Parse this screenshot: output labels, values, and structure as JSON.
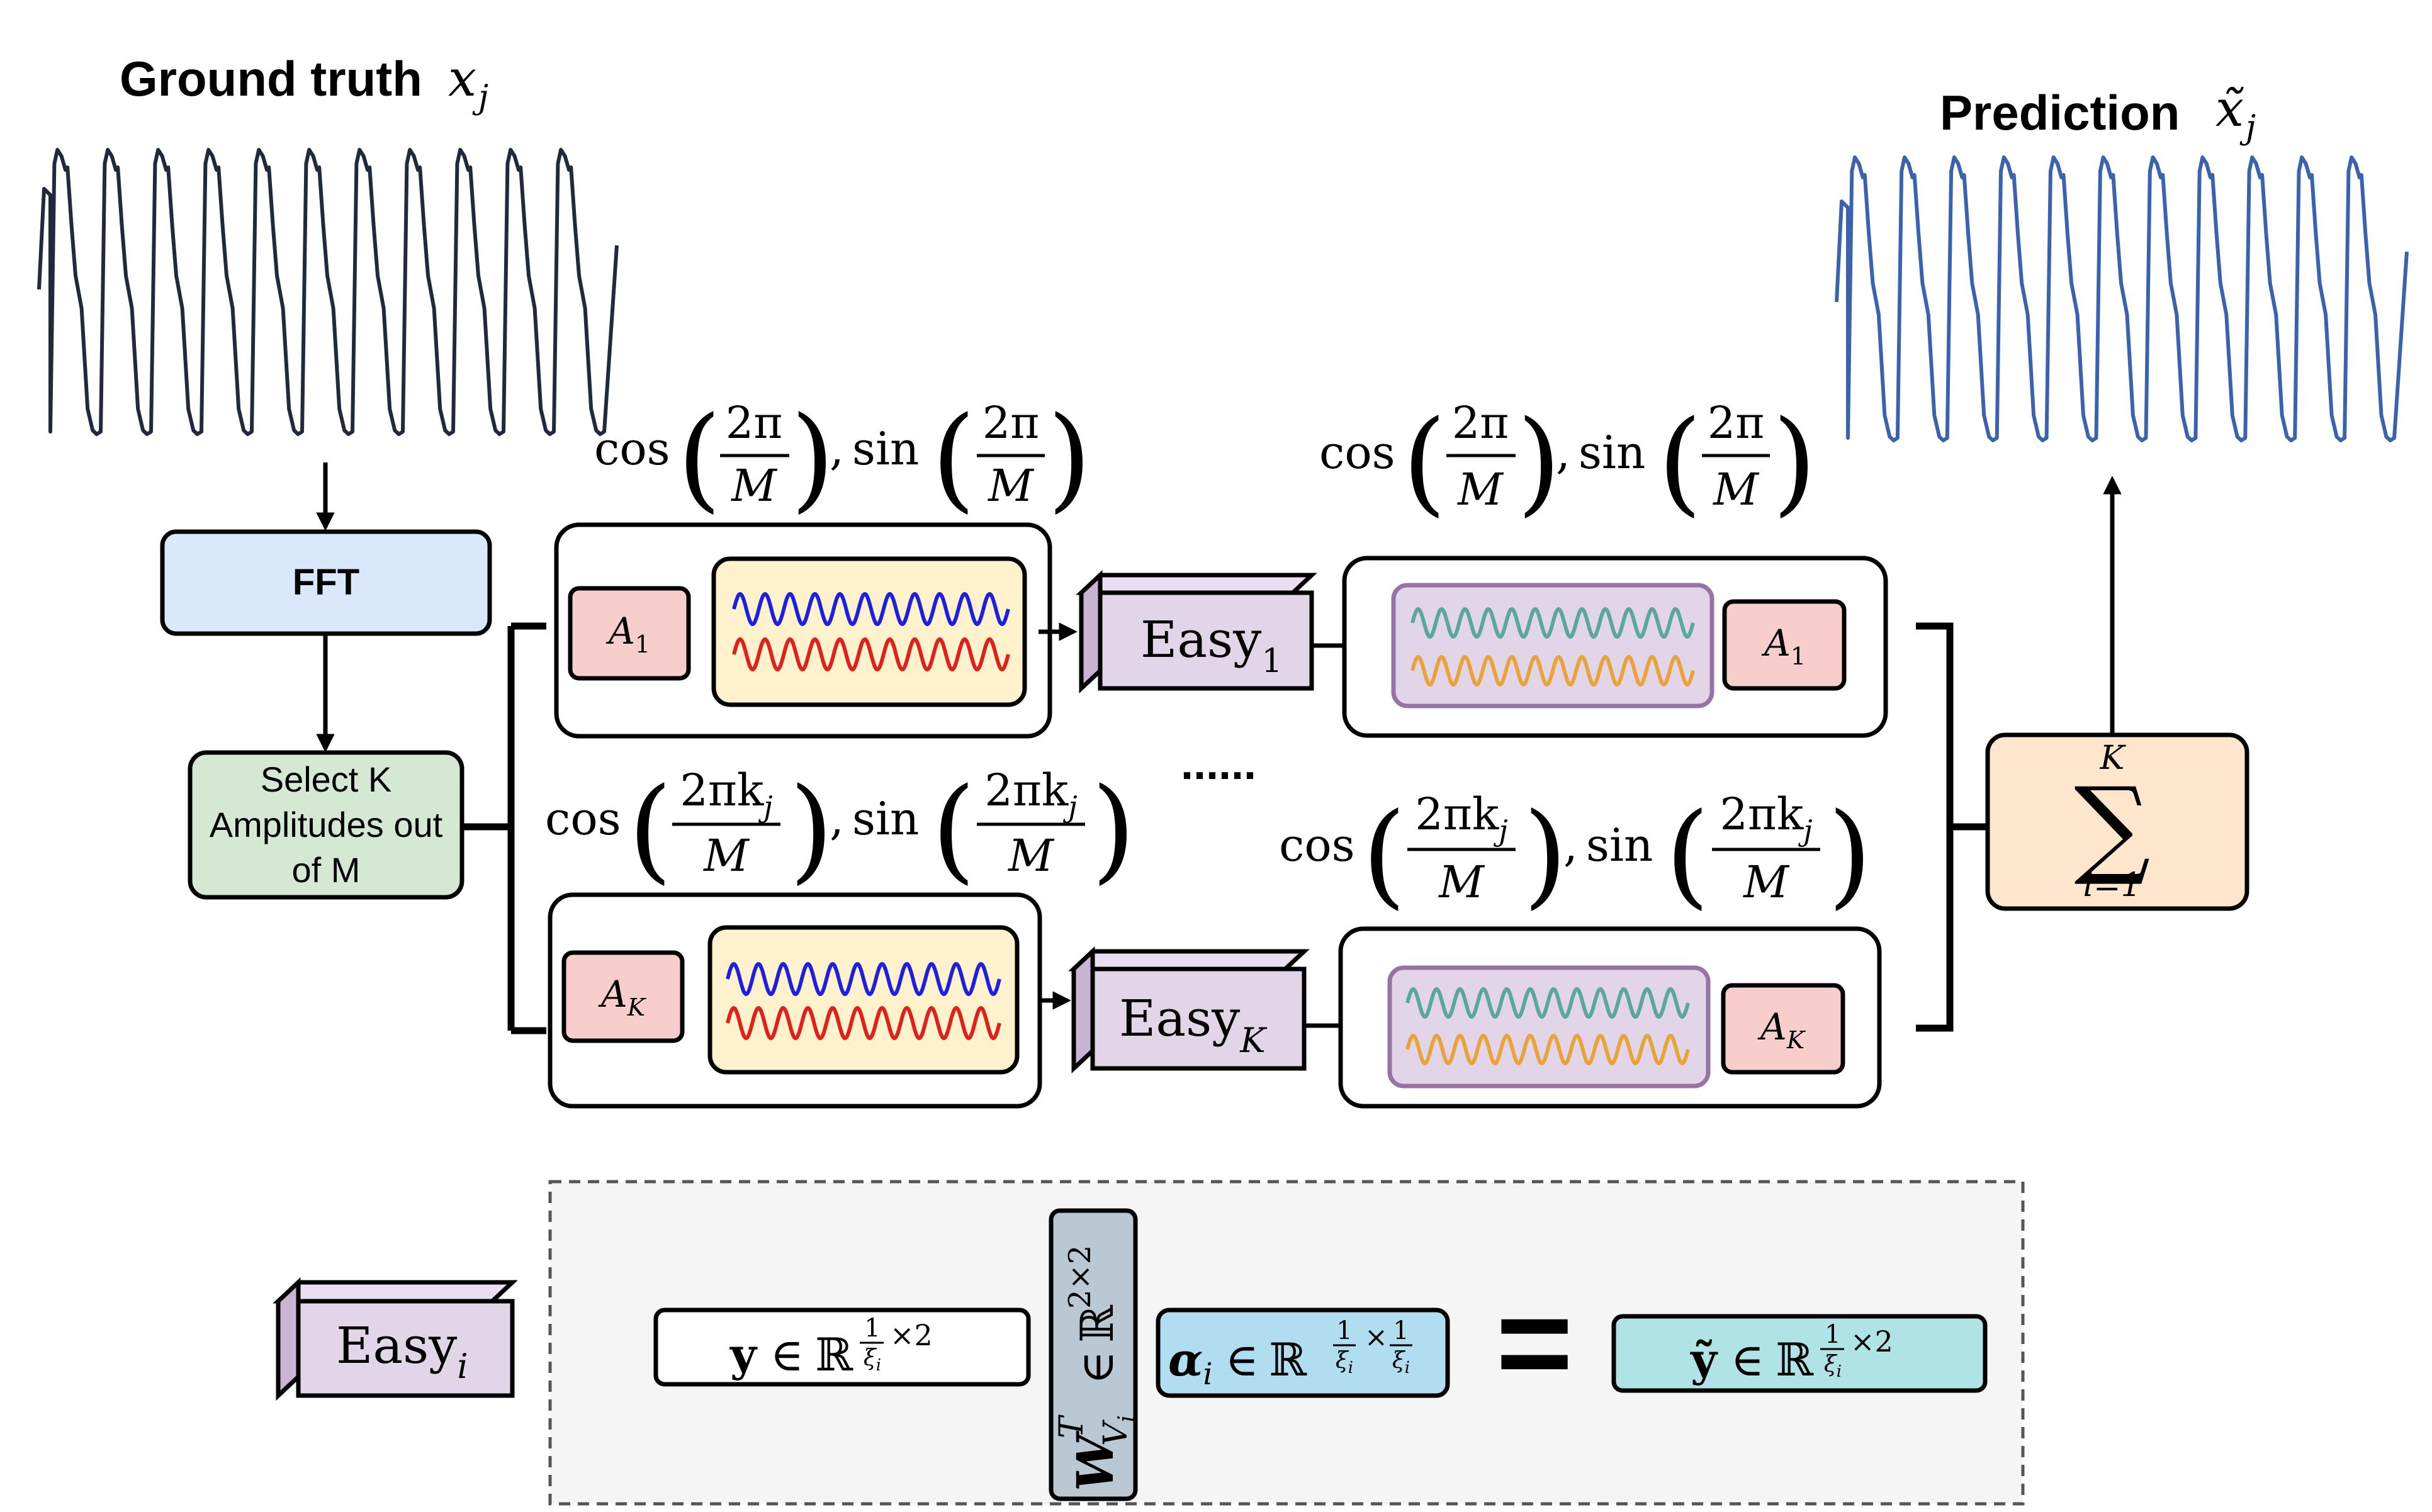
{
  "titles": {
    "ground_truth": "Ground truth",
    "ground_truth_symbol": "x",
    "ground_truth_sub": "j",
    "prediction": "Prediction",
    "prediction_symbol": "x̃",
    "prediction_sub": "j"
  },
  "boxes": {
    "fft": "FFT",
    "select_line1": "Select K",
    "select_line2": "Amplitudes out",
    "select_line3": "of M"
  },
  "formulas": {
    "cos": "cos",
    "sin": "sin",
    "comma": ",",
    "num_1": "2π",
    "num_k": "2πk",
    "num_k_sub": "j",
    "den": "M"
  },
  "amplitudes": {
    "a": "A",
    "sub_1": "1",
    "sub_k": "K"
  },
  "easy": {
    "label": "Easy",
    "sub_1": "1",
    "sub_k": "K",
    "sub_i": "i"
  },
  "ellipsis": "......",
  "sum": {
    "symbol": "∑",
    "upper": "K",
    "lower": "i=1"
  },
  "legend": {
    "y_bold": "y",
    "in": "∈",
    "real": "ℝ",
    "frac_num": "1",
    "frac_den": "ξ",
    "frac_den_sub": "i",
    "times2": "×2",
    "times": "×",
    "w_bold": "W",
    "w_sub_v": "V",
    "w_sub_i": "i",
    "w_sup": "T",
    "two_by_two": "2×2",
    "alpha": "α",
    "alpha_sub": "i",
    "equals": "=",
    "ytilde_bold": "ỹ"
  },
  "colors": {
    "ground_truth_line": "#1f2a3c",
    "prediction_line": "#3a62ad",
    "fft_fill": "#dae8fc",
    "select_fill": "#d5e8d4",
    "amp_fill": "#f8cecc",
    "wave_fill_yellow": "#fff2cc",
    "wave_fill_purple": "#e1d5e7",
    "wave_border_purple": "#9673a6",
    "wave_blue": "#1f1fe0",
    "wave_red": "#e0201a",
    "wave_teal": "#5aa7a0",
    "wave_orange": "#e8a33a",
    "easy_front": "#e1d5e7",
    "easy_top": "#eadff0",
    "easy_side": "#c9b4d4",
    "sum_fill": "#ffe6cc",
    "legend_bg": "#f5f5f5",
    "w_fill": "#bac8d3",
    "alpha_fill": "#b1ddf0",
    "ytilde_fill": "#b0e3e6"
  }
}
